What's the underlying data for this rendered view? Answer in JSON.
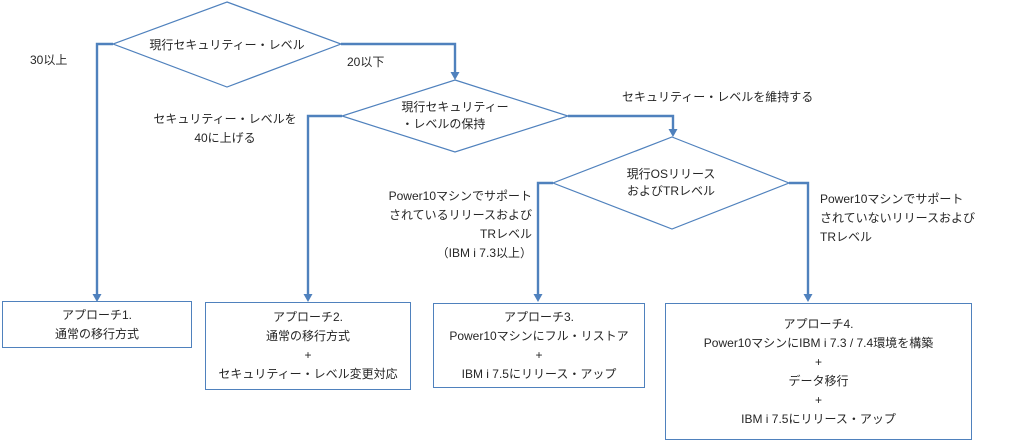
{
  "colors": {
    "line": "#4f81bd",
    "box_border": "#4f81bd",
    "text": "#262626",
    "background": "#ffffff"
  },
  "flowchart": {
    "decisions": [
      {
        "label": "現行セキュリティー・レベル"
      },
      {
        "label": "現行セキュリティー\n・レベルの保持"
      },
      {
        "label": "現行OSリリース\nおよびTRレベル"
      }
    ],
    "edge_labels": [
      {
        "text": "30以上"
      },
      {
        "text": "20以下"
      },
      {
        "text": "セキュリティー・レベルを\n40に上げる"
      },
      {
        "text": "セキュリティー・レベルを維持する"
      },
      {
        "text": "Power10マシンでサポート\nされているリリースおよび\nTRレベル\n（IBM i 7.3以上）"
      },
      {
        "text": "Power10マシンでサポート\nされていないリリースおよび\nTRレベル"
      }
    ],
    "approaches": [
      {
        "text": "アプローチ1.\n通常の移行方式"
      },
      {
        "text": "アプローチ2.\n通常の移行方式\n+\nセキュリティー・レベル変更対応"
      },
      {
        "text": "アプローチ3.\nPower10マシンにフル・リストア\n+\nIBM i 7.5にリリース・アップ"
      },
      {
        "text": "アプローチ4.\nPower10マシンにIBM i 7.3 / 7.4環境を構築\n+\nデータ移行\n+\nIBM i 7.5にリリース・アップ"
      }
    ]
  }
}
